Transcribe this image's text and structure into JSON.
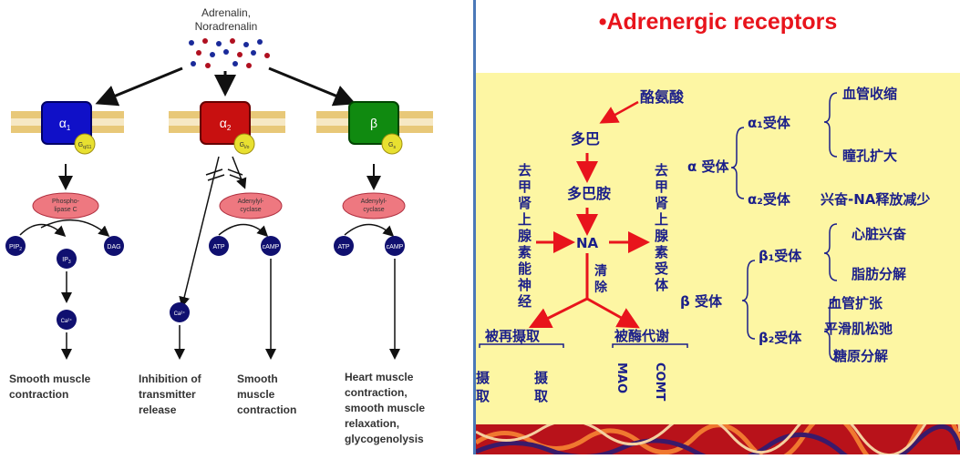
{
  "left": {
    "ligand_line1": "Adrenalin,",
    "ligand_line2": "Noradrenalin",
    "receptors": [
      {
        "symbol": "α",
        "sub": "1",
        "gprotein": "G",
        "gsub": "q/11",
        "color": "#1010c8"
      },
      {
        "symbol": "α",
        "sub": "2",
        "gprotein": "G",
        "gsub": "i/o",
        "color": "#c81010"
      },
      {
        "symbol": "β",
        "sub": "",
        "gprotein": "G",
        "gsub": "s",
        "color": "#108a10"
      }
    ],
    "enzymes": [
      {
        "line1": "Phospho-",
        "line2": "lipase C"
      },
      {
        "line1": "Adenylyl-",
        "line2": "cyclase"
      },
      {
        "line1": "Adenylyl-",
        "line2": "cyclase"
      }
    ],
    "molecules": {
      "pip2": "PIP",
      "pip2_sub": "2",
      "ip3": "IP",
      "ip3_sub": "3",
      "dag": "DAG",
      "ca": "Ca²⁺",
      "atp": "ATP",
      "camp": "cAMP"
    },
    "effects": [
      [
        "Smooth muscle",
        "contraction"
      ],
      [
        "Inhibition of",
        "transmitter",
        "release"
      ],
      [
        "Smooth",
        "muscle",
        "contraction"
      ],
      [
        "Heart muscle",
        "contraction,",
        "smooth muscle",
        "relaxation,",
        "glycogenolysis"
      ]
    ]
  },
  "right": {
    "title": "•Adrenergic receptors",
    "tyrosine": "酪氨酸",
    "dopa": "多巴",
    "dopamine": "多巴胺",
    "na": "NA",
    "neuron_vertical": [
      "去",
      "甲",
      "肾",
      "上",
      "腺",
      "素",
      "能",
      "神",
      "经"
    ],
    "receptor_vertical": [
      "去",
      "甲",
      "肾",
      "上",
      "腺",
      "素",
      "受",
      "体"
    ],
    "clearance_vertical": [
      "清",
      "除"
    ],
    "alpha_receptor": "α 受体",
    "alpha1": "α₁受体",
    "alpha1_effects": [
      "血管收缩",
      "瞳孔扩大"
    ],
    "alpha2": "α₂受体",
    "alpha2_effect": "兴奋-NA释放减少",
    "beta_receptor": "β 受体",
    "beta1": "β₁受体",
    "beta1_effects": [
      "心脏兴奋",
      "脂肪分解"
    ],
    "beta2": "β₂受体",
    "beta2_effects": [
      "血管扩张",
      "平滑肌松弛",
      "糖原分解"
    ],
    "reuptake": "被再摄取",
    "enzymatic": "被酶代谢",
    "uptake_left": [
      "摄",
      "取"
    ],
    "uptake_right": [
      "摄",
      "取"
    ],
    "mao": "MAO",
    "comt": "COMT"
  },
  "colors": {
    "title_red": "#e8141c",
    "cn_blue": "#1b1f8a",
    "arrow_red": "#e8141c",
    "panel_yellow": "#fdf6a3",
    "divider_blue": "#4a78b8"
  }
}
